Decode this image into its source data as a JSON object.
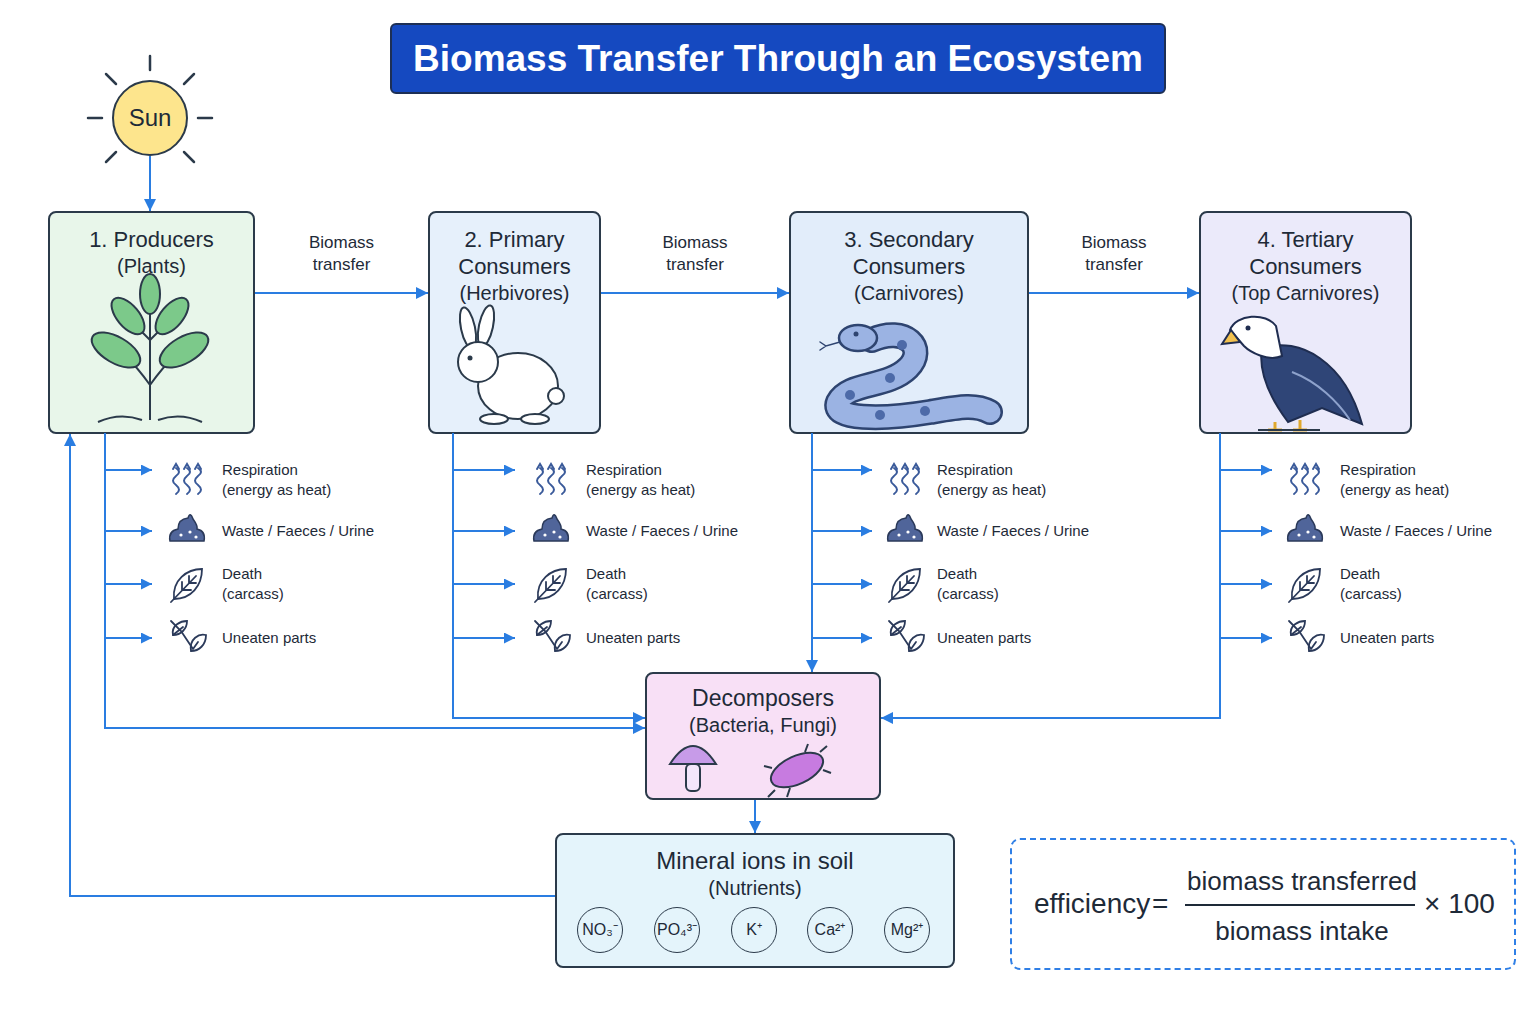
{
  "diagram": {
    "title": "Biomass Transfer Through an Ecosystem",
    "nodes": [
      {
        "text": [
          "Sun"
        ]
      },
      {
        "text": [
          "1. Producers",
          "(Plants)"
        ]
      },
      {
        "text": [
          "2. Primary Consumers",
          "(Herbivores)"
        ]
      },
      {
        "text": [
          "3. Secondary Consumers",
          "(Carnivores)"
        ]
      },
      {
        "text": [
          "4. Tertiary Consumers",
          "(Top Carnivores)"
        ]
      },
      {
        "text": [
          "Decomposers",
          "(Bacteria, Fungi)"
        ]
      },
      {
        "text": [
          "Mineral ions in soil",
          "(Nutrients)"
        ]
      },
      {
        "text": [
          "NO₃⁻"
        ],
        "in": 6
      },
      {
        "text": [
          "PO₄³⁻"
        ],
        "in": 6
      },
      {
        "text": [
          "K⁺"
        ],
        "in": 6
      },
      {
        "text": [
          "Ca²⁺"
        ],
        "in": 6
      },
      {
        "text": [
          "Mg²⁺"
        ],
        "in": 6
      },
      {
        "text": [
          "efficiency",
          "=",
          "biomass transferred",
          "biomass intake",
          "× 100"
        ]
      }
    ],
    "edges": [
      {
        "from": 0,
        "to": 1,
        "arrow": "to"
      },
      {
        "from": 1,
        "to": 2,
        "label": "Biomass transfer",
        "arrow": "to"
      },
      {
        "from": 2,
        "to": 3,
        "label": "Biomass transfer",
        "arrow": "to"
      },
      {
        "from": 3,
        "to": 4,
        "label": "Biomass transfer",
        "arrow": "to"
      },
      {
        "from": 1,
        "to": 5,
        "arrow": "to"
      },
      {
        "from": 2,
        "to": 5,
        "arrow": "to"
      },
      {
        "from": 3,
        "to": 5,
        "arrow": "to"
      },
      {
        "from": 4,
        "to": 5,
        "arrow": "to"
      },
      {
        "from": 5,
        "to": 6,
        "arrow": "to"
      },
      {
        "from": 6,
        "to": 1,
        "arrow": "to"
      }
    ],
    "labels": [
      "Respiration (energy as heat)",
      "Waste / Faeces / Urine",
      "Death (carcass)",
      "Uneaten parts",
      "Respiration (energy as heat)",
      "Waste / Faeces / Urine",
      "Death (carcass)",
      "Uneaten parts",
      "Respiration (energy as heat)",
      "Waste / Faeces / Urine",
      "Death (carcass)",
      "Uneaten parts",
      "Respiration (energy as heat)",
      "Waste / Faeces / Urine",
      "Death (carcass)",
      "Uneaten parts"
    ]
  }
}
